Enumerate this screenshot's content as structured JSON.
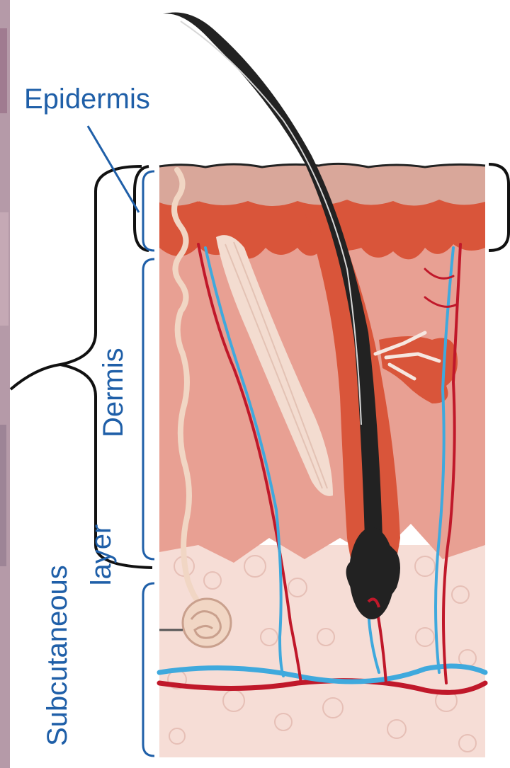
{
  "labels": {
    "epidermis": "Epidermis",
    "dermis": "Dermis",
    "subcutaneous_line1": "Subcutaneous",
    "subcutaneous_line2": "layer"
  },
  "colors": {
    "label_blue": "#1f5fa8",
    "bracket_blue": "#1f5fa8",
    "bracket_black": "#111111",
    "epidermis_top": "#d9a79a",
    "epidermis_red": "#d9553a",
    "dermis_pink": "#e8a093",
    "subcutaneous": "#f6ddd6",
    "hair": "#222222",
    "artery": "#c0182a",
    "vein": "#3fa9dd",
    "nerve": "#f1d6c4",
    "muscle": "#f3dcd0",
    "side_tissue": "#b89aa8"
  }
}
